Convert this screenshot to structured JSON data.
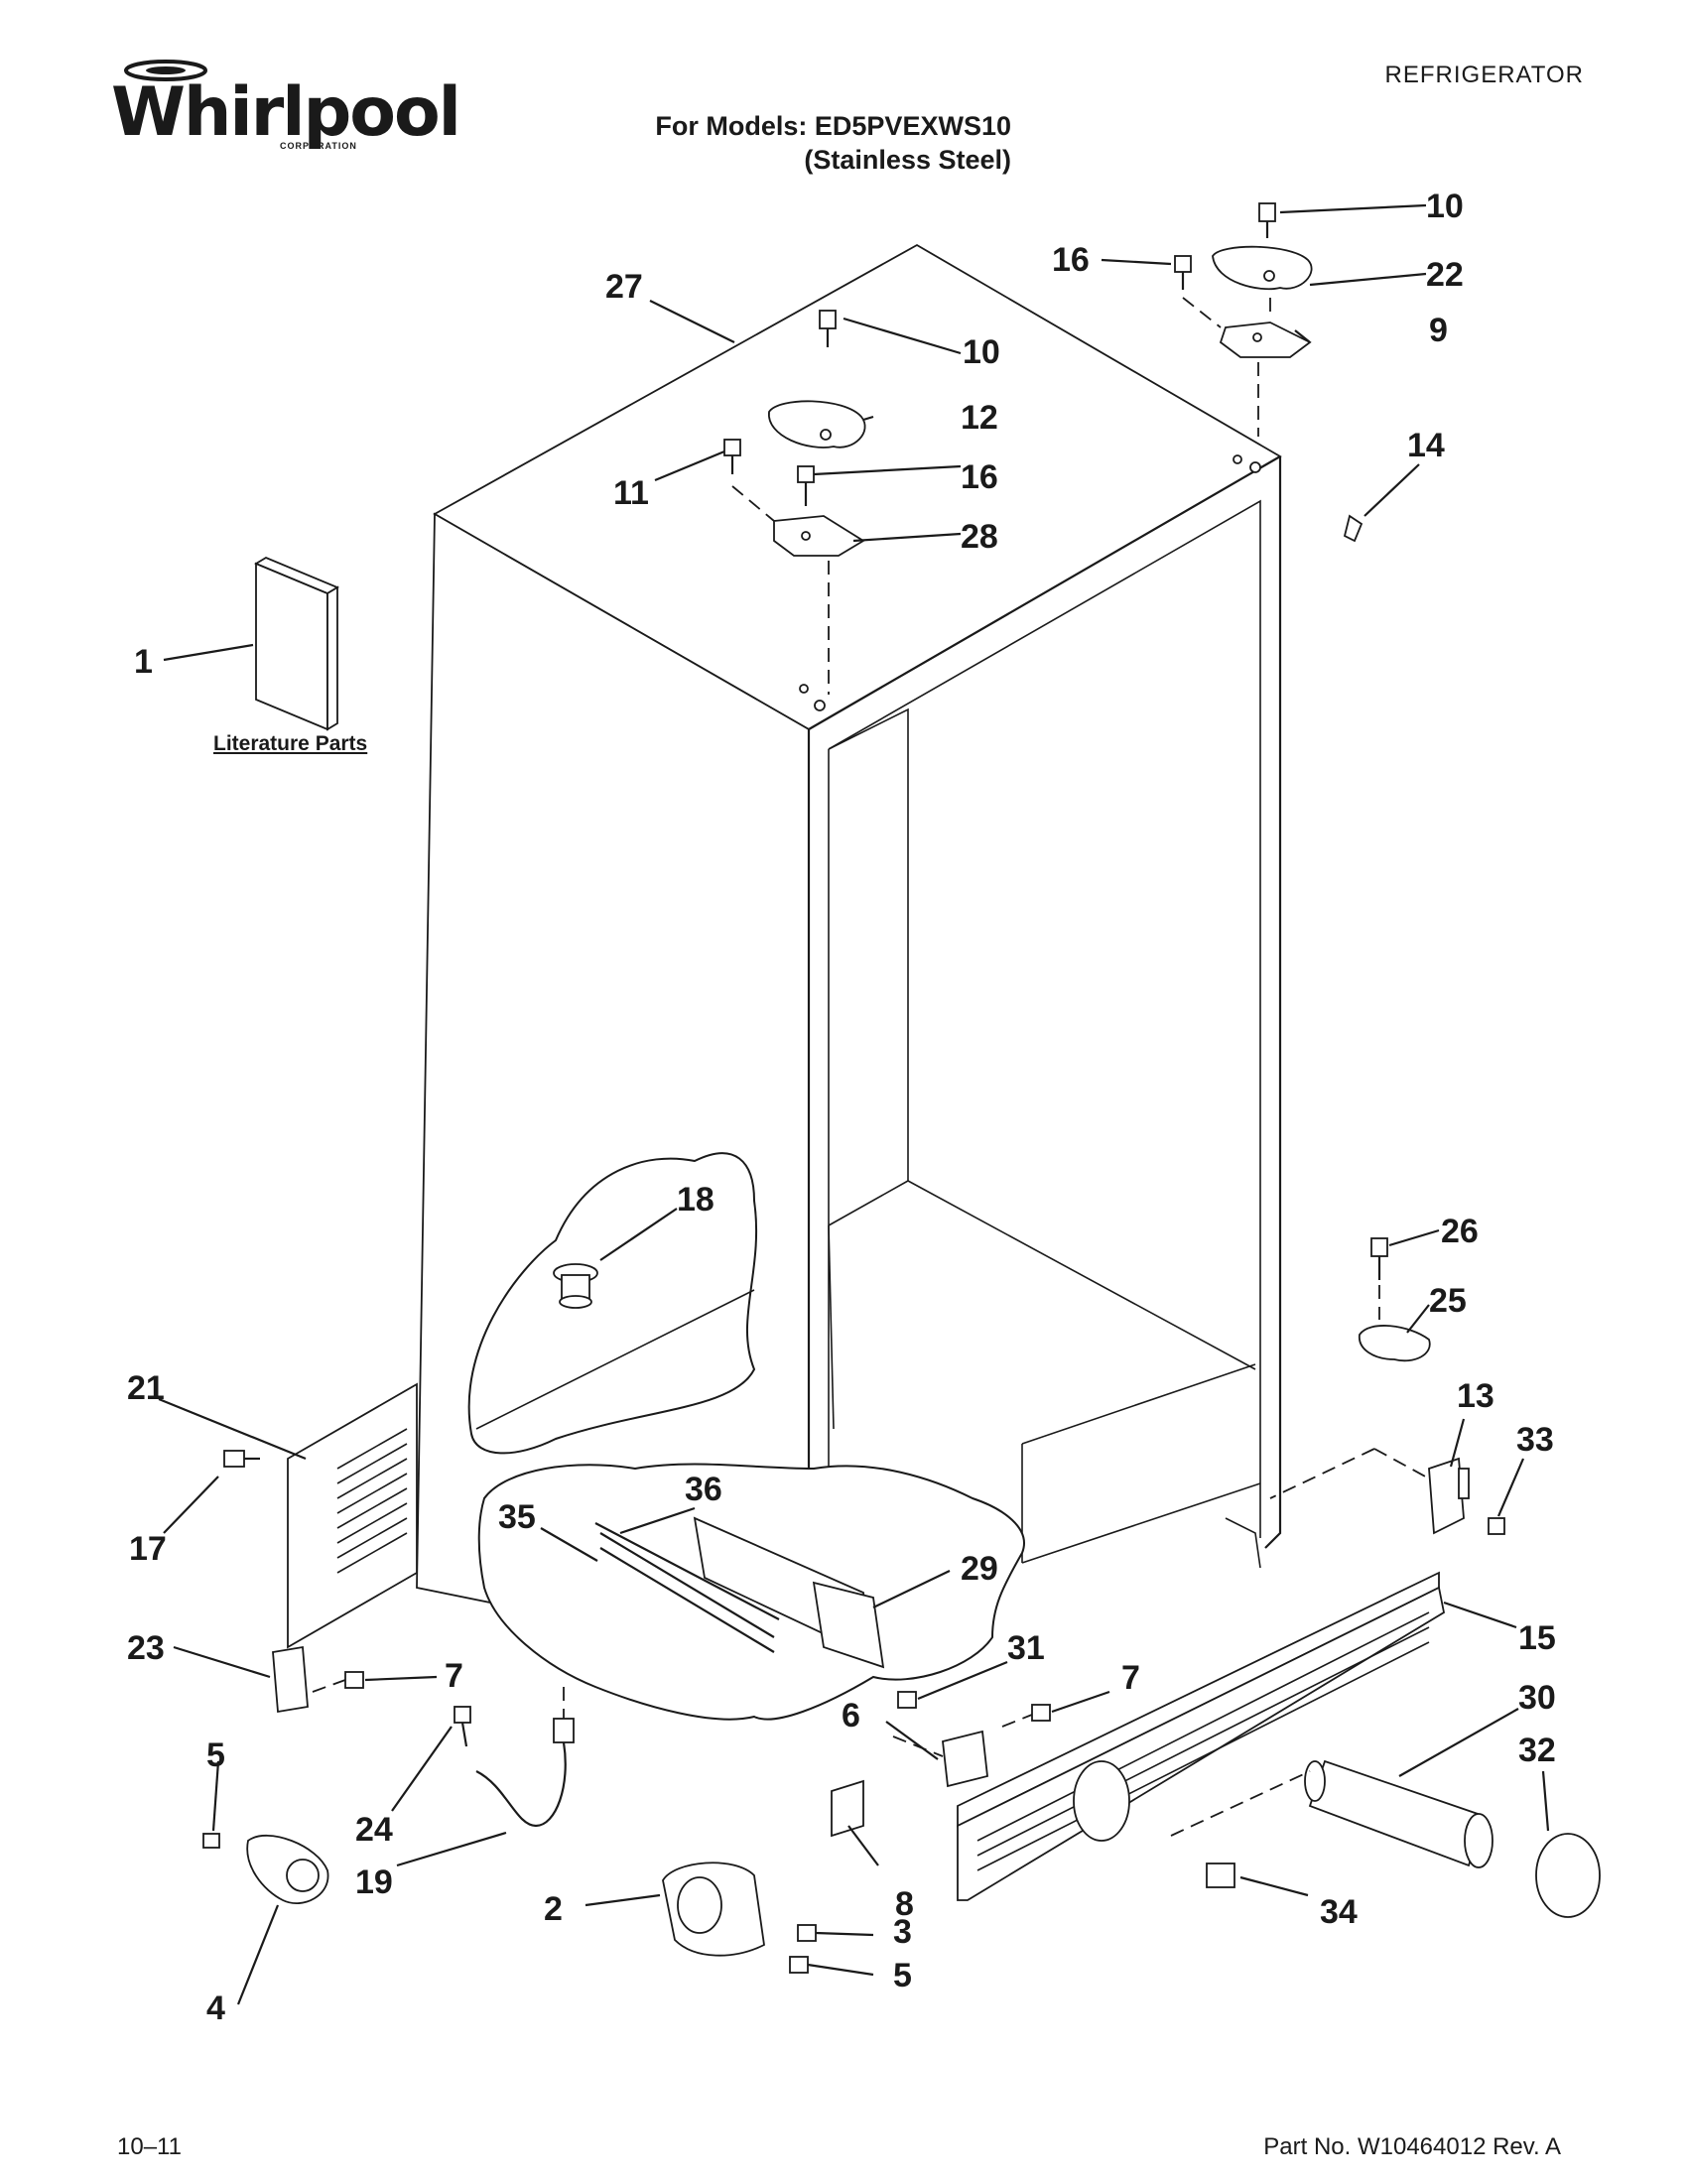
{
  "header": {
    "brand": "Whirlpool",
    "brand_sub": "CORPORATION",
    "category": "REFRIGERATOR",
    "models_line1": "For Models: ED5PVEXWS10",
    "models_line2": "(Stainless Steel)"
  },
  "literature_label": "Literature Parts",
  "callouts": [
    {
      "id": "c10a",
      "text": "10"
    },
    {
      "id": "c16a",
      "text": "16"
    },
    {
      "id": "c22",
      "text": "22"
    },
    {
      "id": "c27",
      "text": "27"
    },
    {
      "id": "c10b",
      "text": "10"
    },
    {
      "id": "c9",
      "text": "9"
    },
    {
      "id": "c12",
      "text": "12"
    },
    {
      "id": "c14",
      "text": "14"
    },
    {
      "id": "c11",
      "text": "11"
    },
    {
      "id": "c16b",
      "text": "16"
    },
    {
      "id": "c28",
      "text": "28"
    },
    {
      "id": "c1",
      "text": "1"
    },
    {
      "id": "c18",
      "text": "18"
    },
    {
      "id": "c26",
      "text": "26"
    },
    {
      "id": "c25",
      "text": "25"
    },
    {
      "id": "c21",
      "text": "21"
    },
    {
      "id": "c13",
      "text": "13"
    },
    {
      "id": "c33",
      "text": "33"
    },
    {
      "id": "c36",
      "text": "36"
    },
    {
      "id": "c35",
      "text": "35"
    },
    {
      "id": "c17",
      "text": "17"
    },
    {
      "id": "c29",
      "text": "29"
    },
    {
      "id": "c15",
      "text": "15"
    },
    {
      "id": "c31",
      "text": "31"
    },
    {
      "id": "c23",
      "text": "23"
    },
    {
      "id": "c7a",
      "text": "7"
    },
    {
      "id": "c7b",
      "text": "7"
    },
    {
      "id": "c30",
      "text": "30"
    },
    {
      "id": "c6",
      "text": "6"
    },
    {
      "id": "c32",
      "text": "32"
    },
    {
      "id": "c5a",
      "text": "5"
    },
    {
      "id": "c24",
      "text": "24"
    },
    {
      "id": "c19",
      "text": "19"
    },
    {
      "id": "c8",
      "text": "8"
    },
    {
      "id": "c34",
      "text": "34"
    },
    {
      "id": "c2",
      "text": "2"
    },
    {
      "id": "c3",
      "text": "3"
    },
    {
      "id": "c4",
      "text": "4"
    },
    {
      "id": "c5b",
      "text": "5"
    }
  ],
  "footer": {
    "date": "10–11",
    "part_number": "Part No. W10464012 Rev. A"
  }
}
